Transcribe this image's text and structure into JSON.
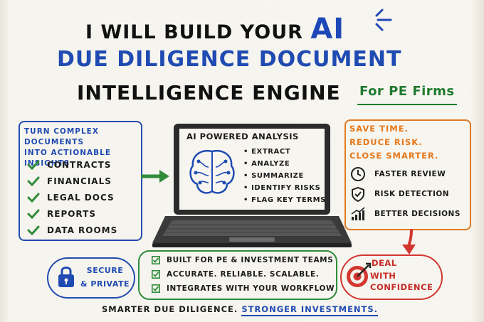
{
  "header": {
    "line1_prefix": "I WILL BUILD YOUR",
    "line1_ai": "AI",
    "line2": "DUE DILIGENCE DOCUMENT",
    "line3": "INTELLIGENCE ENGINE",
    "tag": "For PE Firms"
  },
  "left_panel": {
    "heading_line1": "Turn Complex Documents",
    "heading_line2": "Into Actionable Insights",
    "items": [
      "Contracts",
      "Financials",
      "Legal Docs",
      "Reports",
      "Data Rooms"
    ]
  },
  "laptop": {
    "title": "AI Powered Analysis",
    "items": [
      "Extract",
      "Analyze",
      "Summarize",
      "Identify Risks",
      "Flag Key Terms"
    ]
  },
  "right_panel": {
    "line1": "Save Time.",
    "line2": "Reduce Risk.",
    "line3": "Close Smarter.",
    "benefits": [
      "Faster Review",
      "Risk Detection",
      "Better Decisions"
    ]
  },
  "secure": {
    "line1": "Secure",
    "line2": "& Private"
  },
  "features": [
    "Built for PE & Investment Teams",
    "Accurate. Reliable. Scalable.",
    "Integrates with your workflow"
  ],
  "deal": {
    "line1": "Deal",
    "line2": "with",
    "line3": "Confidence"
  },
  "footer": {
    "text": "Smarter Due Diligence.",
    "emphasis": "Stronger Investments."
  },
  "colors": {
    "blue": "#1f4bb2",
    "green": "#2f8c3a",
    "orange": "#e5781b",
    "red": "#c52b26"
  }
}
